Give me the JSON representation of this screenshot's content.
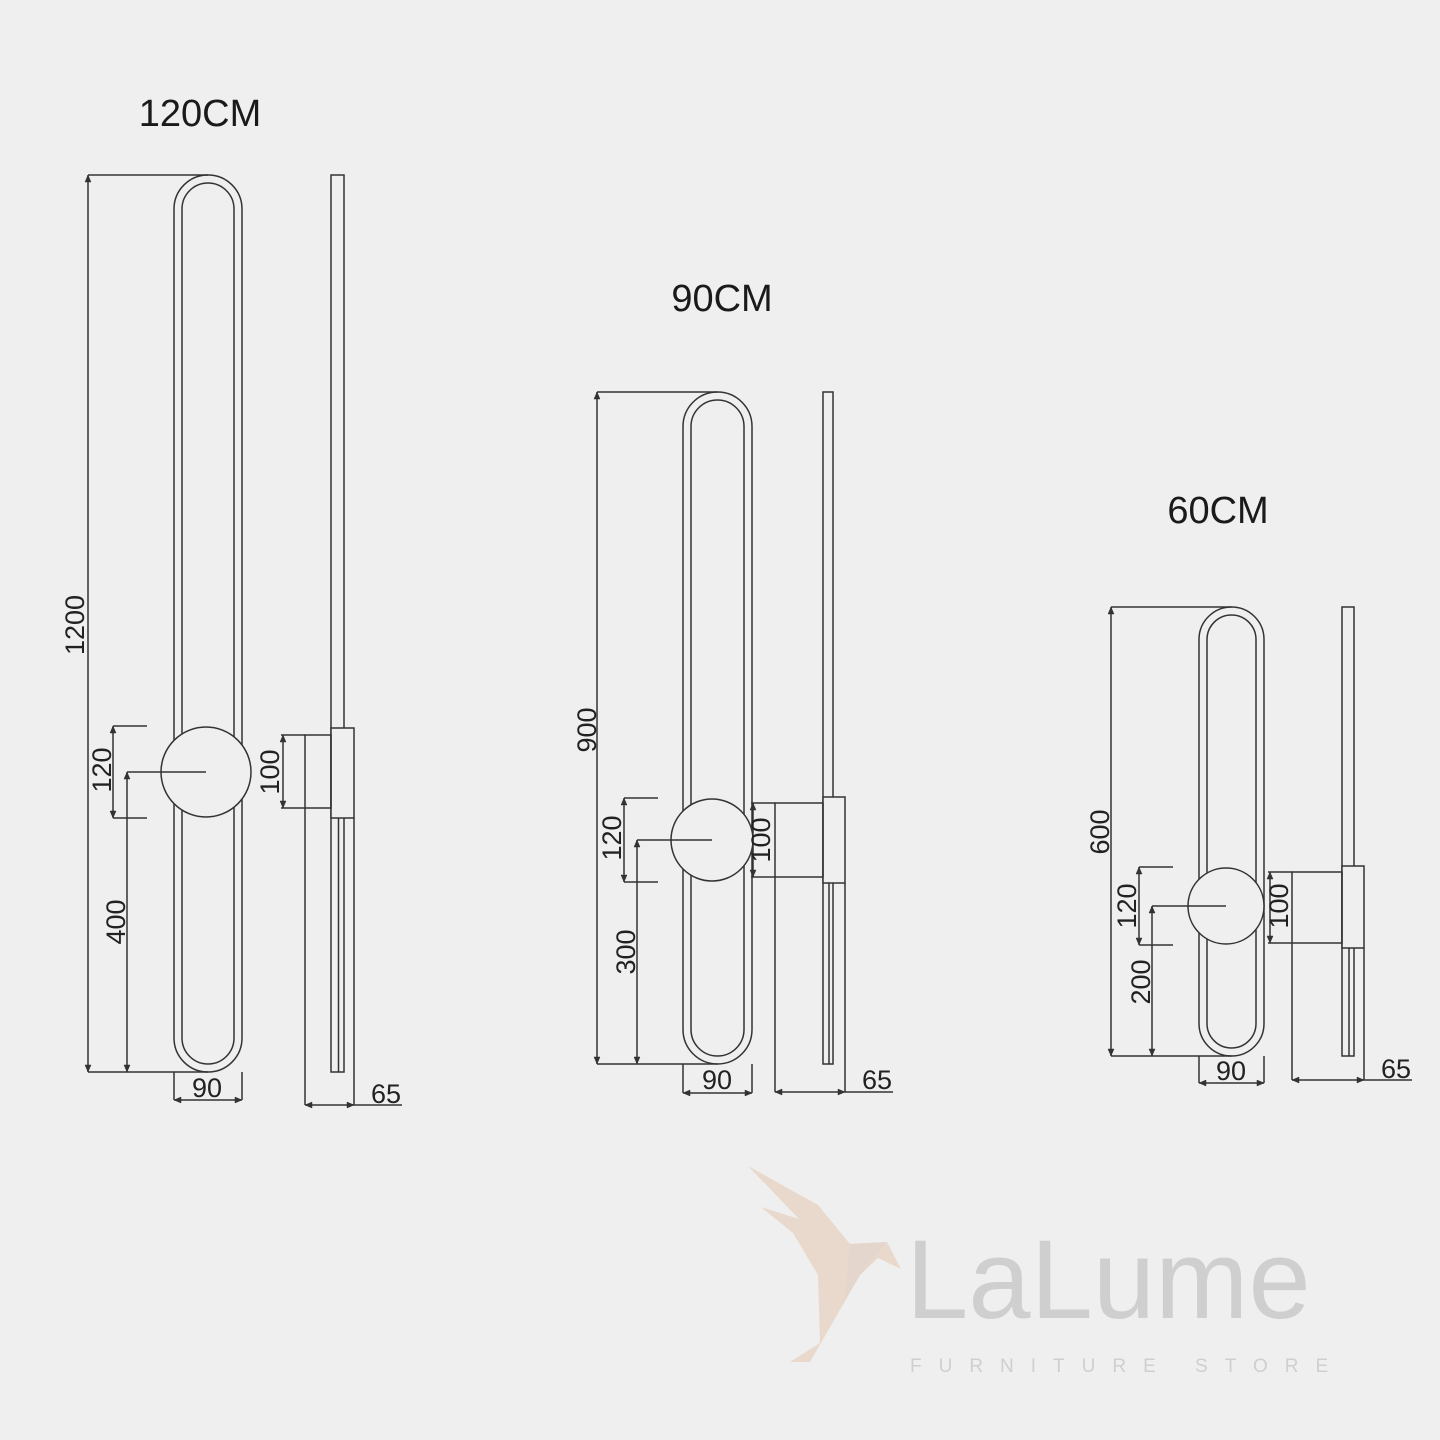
{
  "lamps": [
    {
      "title": "120CM",
      "height": "1200",
      "shade": "120",
      "offset": "400",
      "width": "90",
      "mount": "100",
      "depth": "65"
    },
    {
      "title": "90CM",
      "height": "900",
      "shade": "120",
      "offset": "300",
      "width": "90",
      "mount": "100",
      "depth": "65"
    },
    {
      "title": "60CM",
      "height": "600",
      "shade": "120",
      "offset": "200",
      "width": "90",
      "mount": "100",
      "depth": "65"
    }
  ],
  "logo": {
    "name": "LaLume",
    "tagline": "FURNITURE STORE",
    "bird_color": "#e8d6c8",
    "text_color": "#cfcfcf"
  }
}
